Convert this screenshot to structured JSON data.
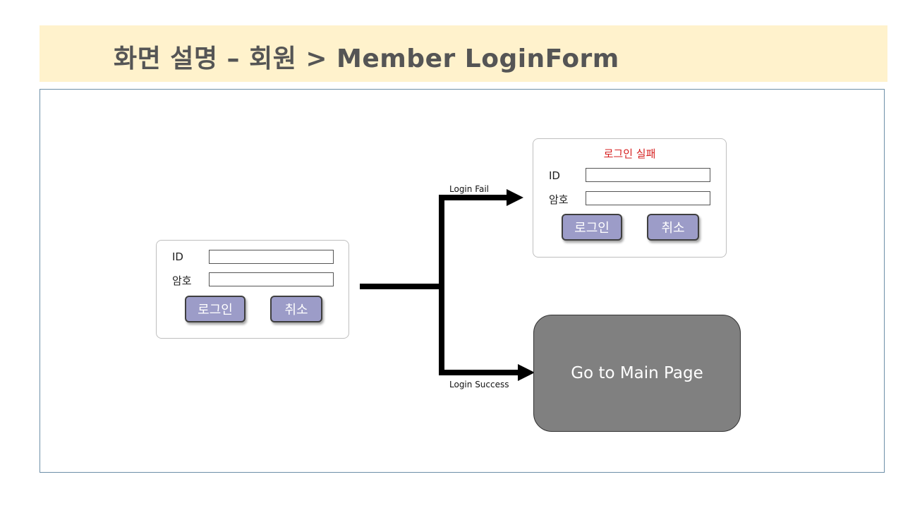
{
  "header": {
    "title": "화면 설명 – 회원 > Member LoginForm"
  },
  "login_form": {
    "id_label": "ID",
    "password_label": "암호",
    "login_button": "로그인",
    "cancel_button": "취소"
  },
  "fail_form": {
    "title": "로그인 실패",
    "id_label": "ID",
    "password_label": "암호",
    "login_button": "로그인",
    "cancel_button": "취소",
    "title_color": "#d62020"
  },
  "main_page": {
    "label": "Go to Main Page"
  },
  "arrows": {
    "fail_label": "Login Fail",
    "success_label": "Login Success"
  },
  "colors": {
    "title_band": "#fff2cc",
    "button": "#9c9cc8",
    "main_page": "#808080",
    "frame_border": "#6d8fa8"
  }
}
